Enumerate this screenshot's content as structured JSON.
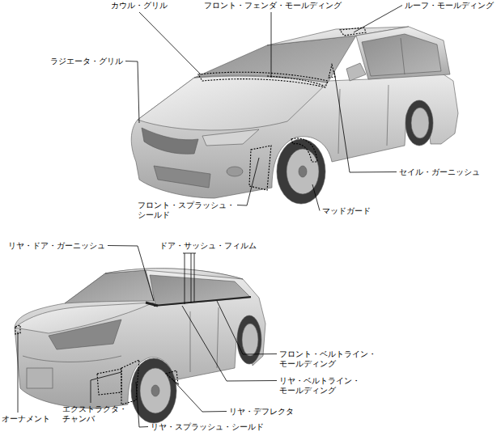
{
  "diagram": {
    "labels": [
      "カウル・グリル",
      "フロント・フェンダ・モールディング",
      "ルーフ・モールディング",
      "ラジエータ・グリル",
      "セイル・ガーニッシュ",
      "フロント・スプラッシュ・ シールド",
      "マッドガード",
      "リヤ・ドア・ガーニッシュ",
      "ドア・サッシュ・フィルム",
      "フロント・ベルトライン・ モールディング",
      "リヤ・ベルトライン・ モールディング",
      "リヤ・デフレクタ",
      "オーナメント",
      "エクストラクタ・ チャンバ",
      "リヤ・スプラッシュ・シールド"
    ]
  }
}
